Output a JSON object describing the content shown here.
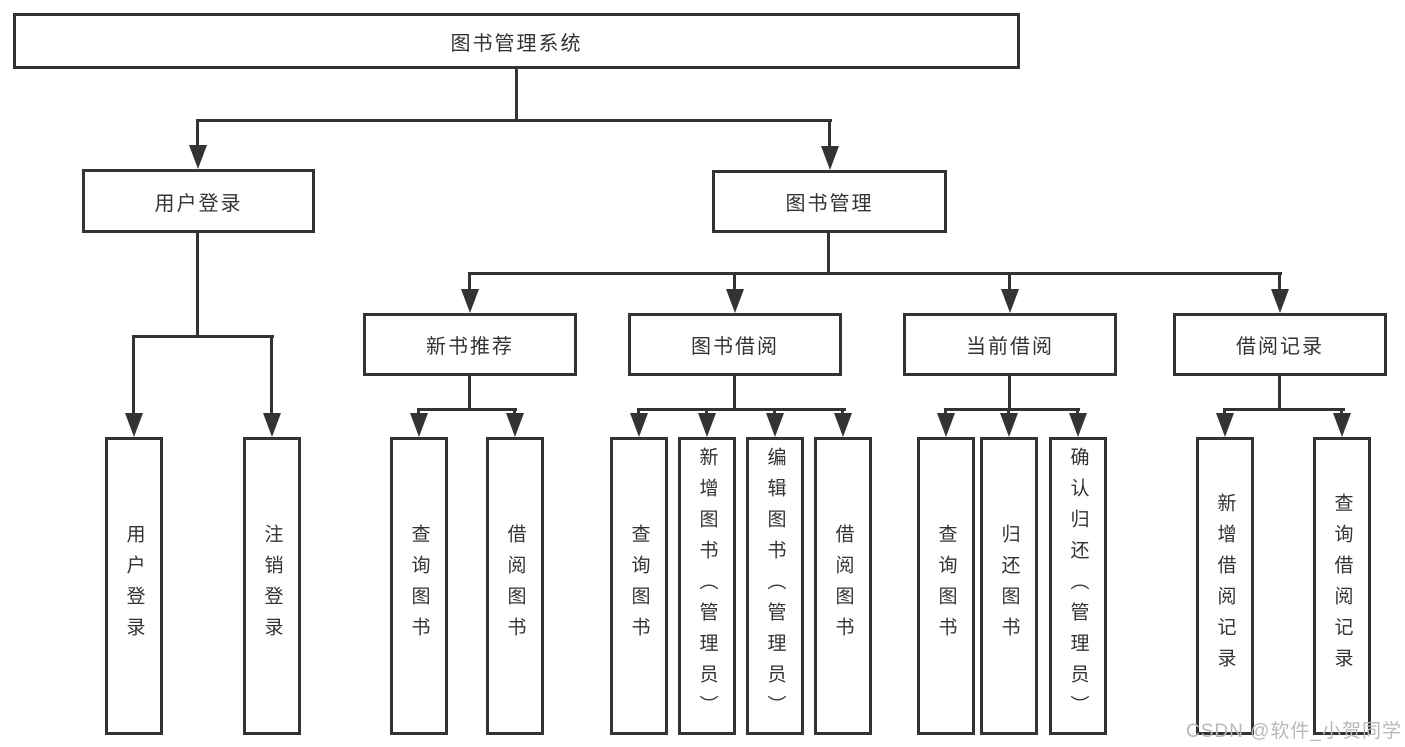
{
  "diagram": {
    "root": {
      "label": "图书管理系统"
    },
    "branches": [
      {
        "label": "用户登录",
        "children": [
          {
            "label": "用户登录"
          },
          {
            "label": "注销登录"
          }
        ]
      },
      {
        "label": "图书管理",
        "children": [
          {
            "label": "新书推荐",
            "children": [
              {
                "label": "查询图书"
              },
              {
                "label": "借阅图书"
              }
            ]
          },
          {
            "label": "图书借阅",
            "children": [
              {
                "label": "查询图书"
              },
              {
                "label": "新增图书（管理员）"
              },
              {
                "label": "编辑图书（管理员）"
              },
              {
                "label": "借阅图书"
              }
            ]
          },
          {
            "label": "当前借阅",
            "children": [
              {
                "label": "查询图书"
              },
              {
                "label": "归还图书"
              },
              {
                "label": "确认归还（管理员）"
              }
            ]
          },
          {
            "label": "借阅记录",
            "children": [
              {
                "label": "新增借阅记录"
              },
              {
                "label": "查询借阅记录"
              }
            ]
          }
        ]
      }
    ]
  },
  "watermark": {
    "text": "CSDN @软件_小贺同学"
  },
  "colors": {
    "line": "#333333",
    "watermark": "#b9b9b9",
    "background": "#ffffff"
  }
}
